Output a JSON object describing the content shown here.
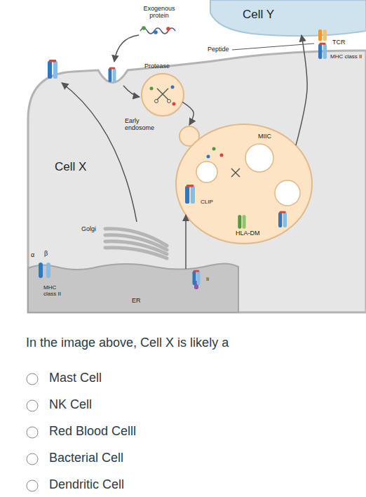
{
  "diagram": {
    "nodes": [
      {
        "text": [
          "Cell Y"
        ]
      },
      {
        "text": [
          "Cell X"
        ]
      },
      {
        "text": [
          "Protease",
          "Early endosome"
        ],
        "in": 1
      },
      {
        "text": [
          "MIIC",
          "CLIP",
          "HLA-DM"
        ],
        "in": 1
      },
      {
        "text": [
          "Golgi"
        ],
        "in": 1
      },
      {
        "text": [
          "MHC class II",
          "ER"
        ],
        "in": 1
      }
    ],
    "edges": [
      {
        "from": 2,
        "to": 3,
        "arrow": "to"
      },
      {
        "from": 5,
        "to": 3,
        "arrow": "to"
      },
      {
        "from": 3,
        "to": 0,
        "arrow": "to"
      }
    ],
    "labels": [
      "Exogenous protein",
      "TCR",
      "MHC class II",
      "Peptide",
      "α",
      "β",
      "Ii",
      "In the image above, Cell X is likely a",
      "Mast Cell",
      "NK Cell",
      "Red Blood Celll",
      "Bacterial Cell",
      "Dendritic Cell"
    ]
  }
}
